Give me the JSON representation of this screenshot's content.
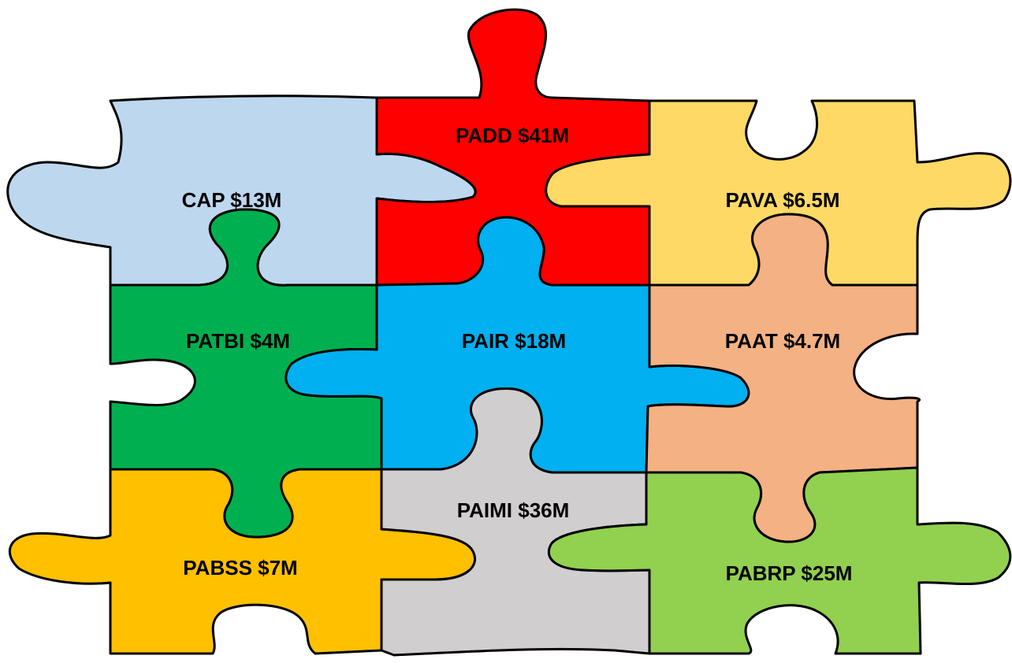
{
  "pieces": [
    {
      "id": "cap",
      "label": "CAP $13M",
      "color": "#bdd7ee"
    },
    {
      "id": "padd",
      "label": "PADD $41M",
      "color": "#ff0000"
    },
    {
      "id": "pava",
      "label": "PAVA $6.5M",
      "color": "#ffd966"
    },
    {
      "id": "patbi",
      "label": "PATBI $4M",
      "color": "#00b050"
    },
    {
      "id": "pair",
      "label": "PAIR $18M",
      "color": "#00b0f0"
    },
    {
      "id": "paat",
      "label": "PAAT $4.7M",
      "color": "#f4b183"
    },
    {
      "id": "pabss",
      "label": "PABSS $7M",
      "color": "#ffc000"
    },
    {
      "id": "paimi",
      "label": "PAIMI $36M",
      "color": "#d0cece"
    },
    {
      "id": "pabrp",
      "label": "PABRP $25M",
      "color": "#92d050"
    }
  ]
}
